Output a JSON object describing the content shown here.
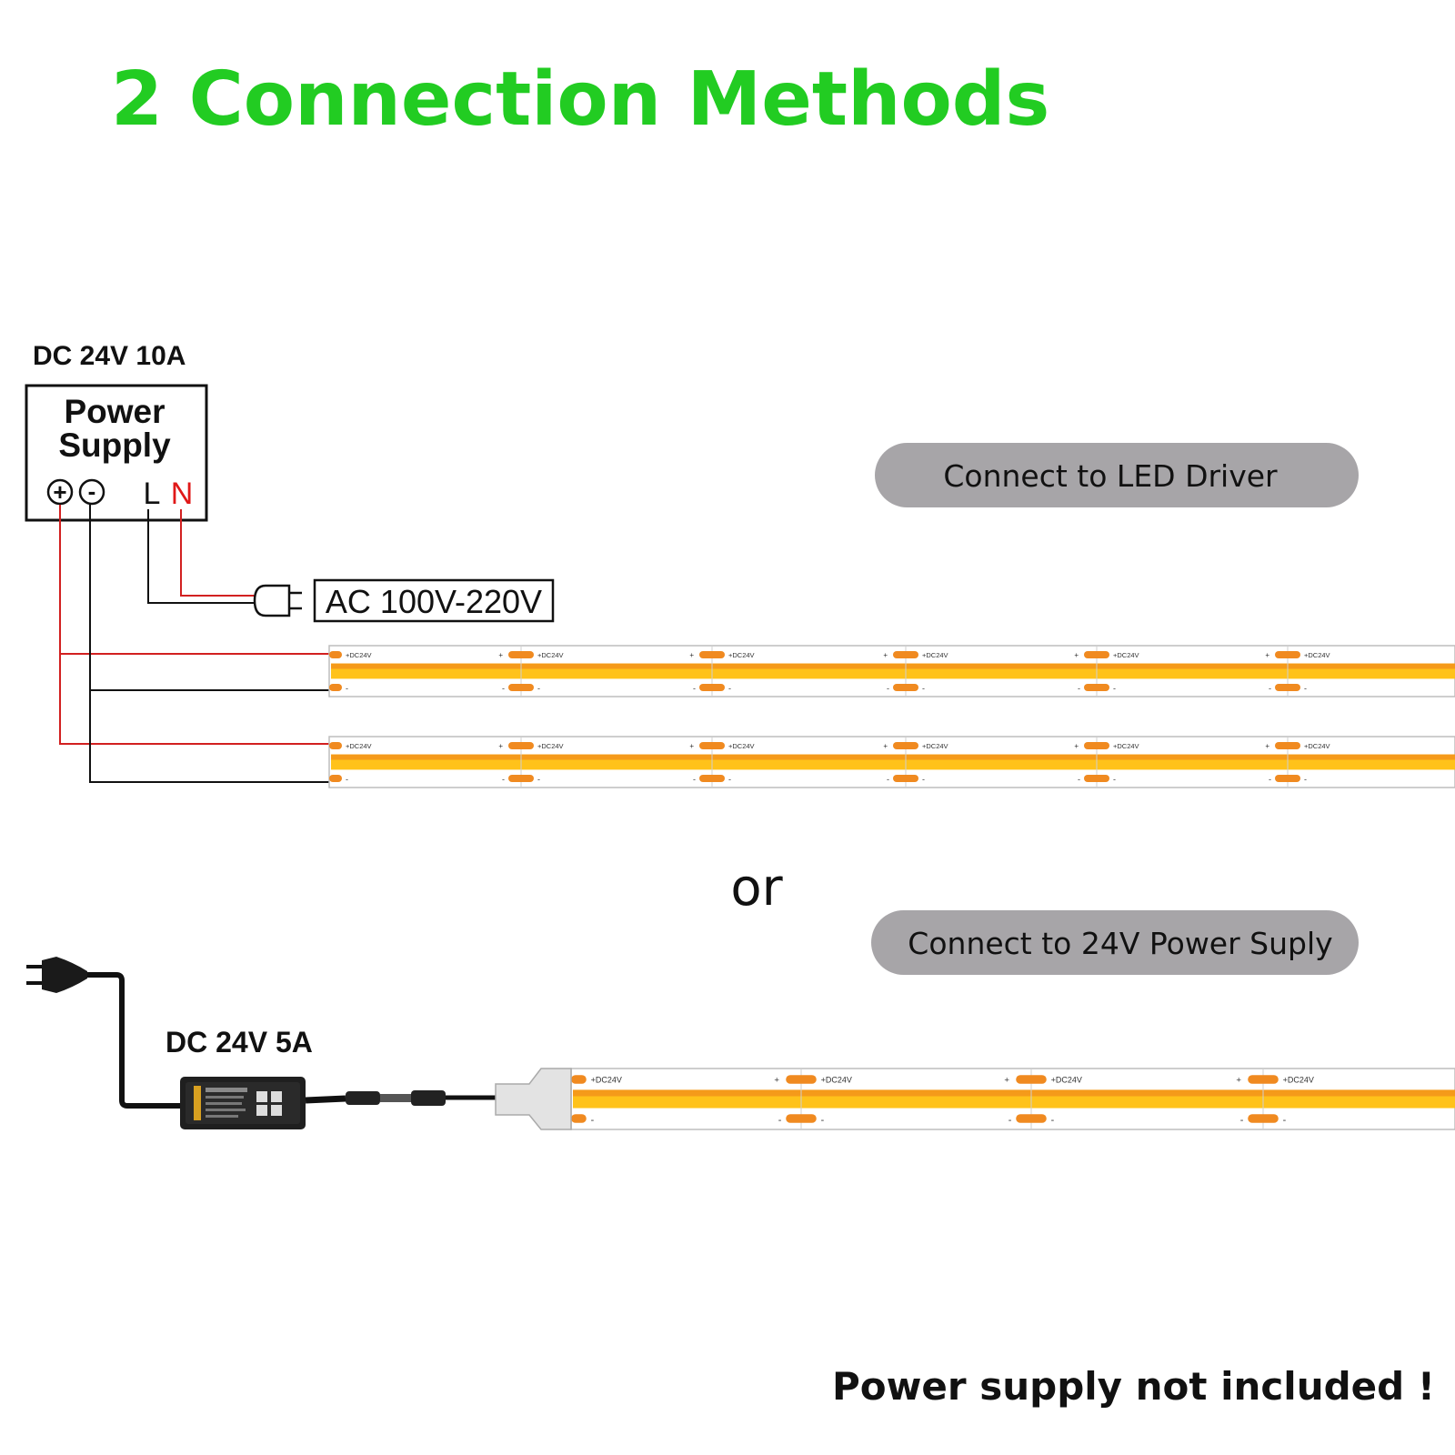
{
  "title": "2 Connection Methods",
  "colors": {
    "title": "#22cc22",
    "wire_positive": "#d22020",
    "wire_negative": "#111111",
    "strip_orange": "#f59a1a",
    "strip_yellow": "#ffc21a",
    "pad_orange": "#f08a20",
    "pill_bg": "#a7a5a8",
    "label_red": "#e01818"
  },
  "method1": {
    "rating": "DC 24V 10A",
    "supply_line1": "Power",
    "supply_line2": "Supply",
    "terminal_plus": "+",
    "terminal_minus": "-",
    "terminal_L": "L",
    "terminal_N": "N",
    "ac_label": "AC 100V-220V",
    "pill": "Connect to LED Driver"
  },
  "separator": "or",
  "method2": {
    "rating": "DC 24V 5A",
    "pill": "Connect to 24V Power Suply"
  },
  "strip": {
    "pos_label": "+DC24V",
    "plus": "+",
    "minus": "-"
  },
  "footer": "Power supply not included !"
}
